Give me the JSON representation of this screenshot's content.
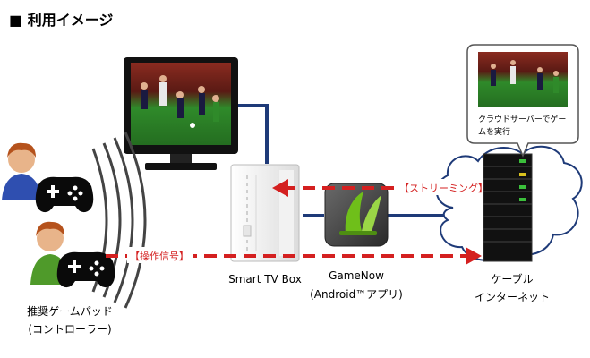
{
  "title": "■ 利用イメージ",
  "labels": {
    "device": "Smart TV Box",
    "app_name": "GameNow",
    "app_sub": "(Android™アプリ)",
    "network_line1": "ケーブル",
    "network_line2": "インターネット",
    "gamepad_line1": "推奨ゲームパッド",
    "gamepad_line2": "(コントローラー)",
    "signal": "【操作信号】",
    "streaming": "【ストリーミング】",
    "callout_line1": "クラウドサーバーでゲー",
    "callout_line2": "ムを実行"
  },
  "colors": {
    "stream_arrow": "#d42020",
    "cable": "#1e3a78",
    "screen_frame": "#111111",
    "pitch": "#2f8a2a",
    "gamenow_green": "#6fbf1a"
  }
}
